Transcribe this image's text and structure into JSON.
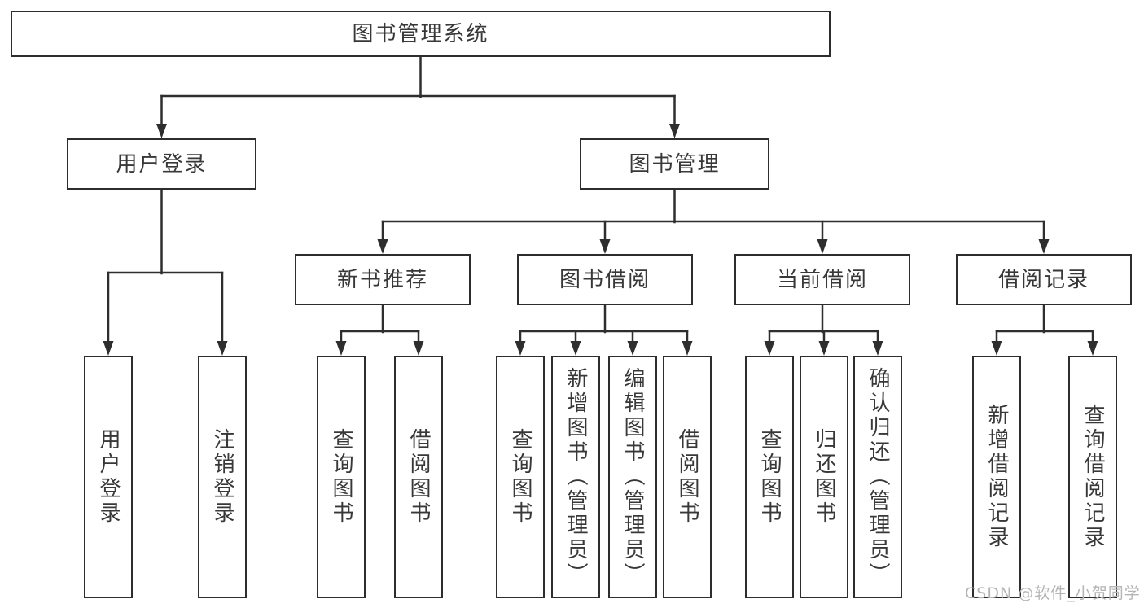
{
  "diagram_type": "hierarchy-tree",
  "colors": {
    "background": "#ffffff",
    "box_border": "#2d2d2d",
    "connector_line": "#2e2e2e",
    "text": "#383838",
    "watermark_text": "#b5b5b5"
  },
  "tree": {
    "label": "图书管理系统",
    "children": [
      {
        "label": "用户登录",
        "children": [
          {
            "label": "用户登录"
          },
          {
            "label": "注销登录"
          }
        ]
      },
      {
        "label": "图书管理",
        "children": [
          {
            "label": "新书推荐",
            "children": [
              {
                "label": "查询图书"
              },
              {
                "label": "借阅图书"
              }
            ]
          },
          {
            "label": "图书借阅",
            "children": [
              {
                "label": "查询图书"
              },
              {
                "label": "新增图书（管理员）"
              },
              {
                "label": "编辑图书（管理员）"
              },
              {
                "label": "借阅图书"
              }
            ]
          },
          {
            "label": "当前借阅",
            "children": [
              {
                "label": "查询图书"
              },
              {
                "label": "归还图书"
              },
              {
                "label": "确认归还（管理员）"
              }
            ]
          },
          {
            "label": "借阅记录",
            "children": [
              {
                "label": "新增借阅记录"
              },
              {
                "label": "查询借阅记录"
              }
            ]
          }
        ]
      }
    ]
  },
  "watermark": {
    "text": "CSDN @软件_小贺同学"
  }
}
